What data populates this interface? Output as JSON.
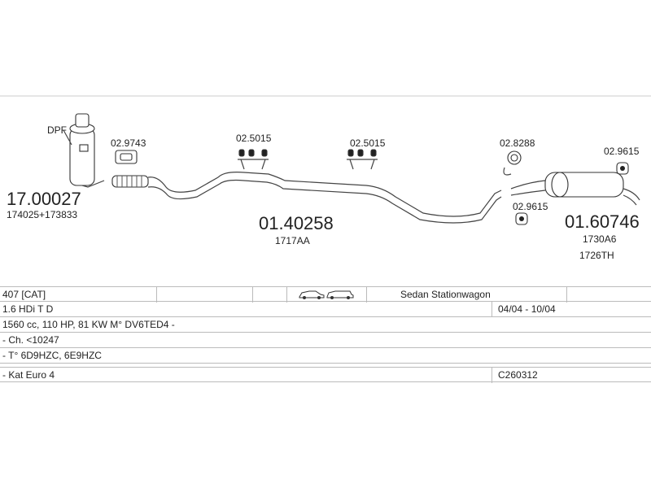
{
  "diagram": {
    "parts": {
      "dpf_label": "DPF",
      "dpf_number": "17.00027",
      "dpf_sub": "174025+173833",
      "clamp1": "02.9743",
      "hanger1": "02.5015",
      "hanger2": "02.5015",
      "ring": "02.8288",
      "middle_pipe_number": "01.40258",
      "middle_pipe_sub": "1717AA",
      "rear_hanger_top": "02.9615",
      "rear_hanger_bottom": "02.9615",
      "rear_silencer_number": "01.60746",
      "rear_silencer_sub1": "1730A6",
      "rear_silencer_sub2": "1726TH"
    }
  },
  "info": {
    "model": "407  [CAT]",
    "body": "Sedan  Stationwagon",
    "engine": "1.6 HDi T D",
    "date_range": "04/04 - 10/04",
    "spec": "1560 cc, 110 HP, 81 KW M° DV6TED4 -",
    "chassis": "- Ch. <10247",
    "type": "- T° 6D9HZC, 6E9HZC",
    "emission": "- Kat Euro 4",
    "catalog_code": "C260312"
  }
}
